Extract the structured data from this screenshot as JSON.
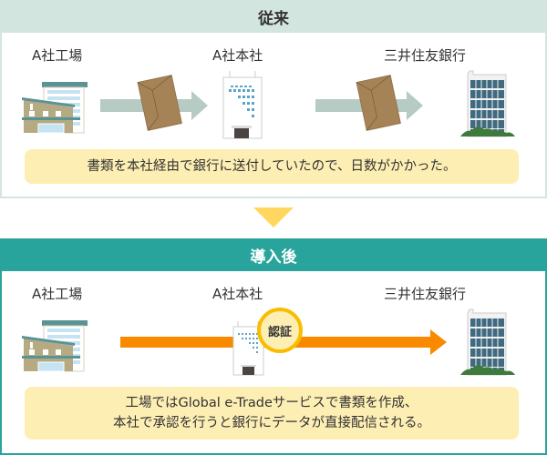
{
  "before": {
    "title": "従来",
    "nodes": [
      {
        "label": "A社工場",
        "icon": "factory-icon"
      },
      {
        "label": "A社本社",
        "icon": "headquarters-building-icon"
      },
      {
        "label": "三井住友銀行",
        "icon": "bank-building-icon"
      }
    ],
    "transfer_icon": "envelope-icon",
    "note": "書類を本社経由で銀行に送付していたので、日数がかかった。"
  },
  "after": {
    "title": "導入後",
    "nodes": [
      {
        "label": "A社工場",
        "icon": "factory-icon"
      },
      {
        "label": "A社本社",
        "icon": "headquarters-building-icon"
      },
      {
        "label": "三井住友銀行",
        "icon": "bank-building-icon"
      }
    ],
    "badge": "認証",
    "note_lines": [
      "工場ではGlobal e-Tradeサービスで書類を作成、",
      "本社で承認を行うと銀行にデータが直接配信される。"
    ]
  },
  "colors": {
    "before_header": "#d3e5df",
    "after_header": "#29a49c",
    "note_bg": "#fdeeb3",
    "flow_arrow_before": "#b5cbc3",
    "flow_arrow_after": "#f98a00",
    "transition_arrow": "#ffd75e",
    "badge_ring": "#f9bd00"
  }
}
